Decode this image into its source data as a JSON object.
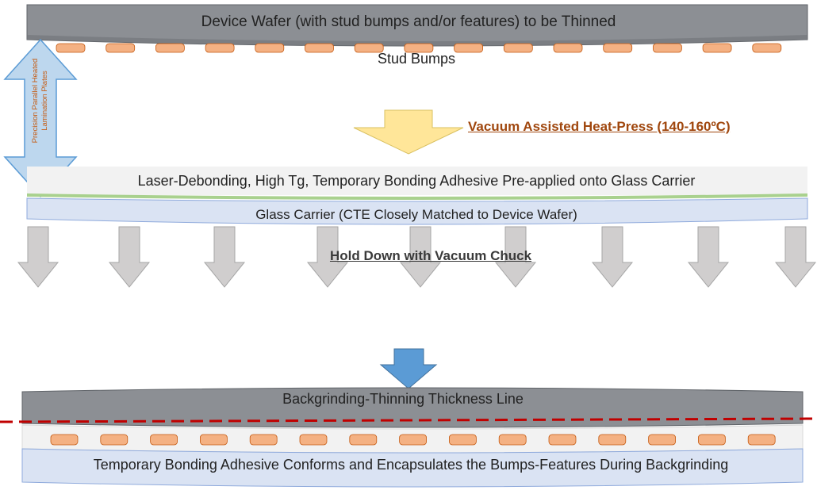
{
  "labels": {
    "device_wafer": "Device Wafer (with stud bumps and/or features) to be Thinned",
    "stud_bumps": "Stud Bumps",
    "lamination_plates": "Precision Parallel Heated Lamination Plates",
    "heat_press": "Vacuum Assisted Heat-Press (140-160ºC)",
    "adhesive_layer": "Laser-Debonding, High Tg, Temporary Bonding Adhesive Pre-applied onto Glass Carrier",
    "glass_carrier": "Glass Carrier (CTE Closely Matched to Device Wafer)",
    "vacuum_chuck": "Hold Down with Vacuum Chuck",
    "thinning_line": "Backgrinding-Thinning Thickness Line",
    "encapsulation": "Temporary Bonding Adhesive Conforms and Encapsulates the Bumps-Features During Backgrinding"
  },
  "colors": {
    "wafer_gray": "#8c8f94",
    "bump_orange": "#f4b183",
    "press_arrow": "#ffe699",
    "plate_arrow": "#bdd7ee",
    "down_arrow_gray": "#d0cece",
    "blue_arrow": "#5b9bd5",
    "carrier_blue": "#dae3f3",
    "cut_line_red": "#c00000",
    "press_text": "#a0470e"
  }
}
